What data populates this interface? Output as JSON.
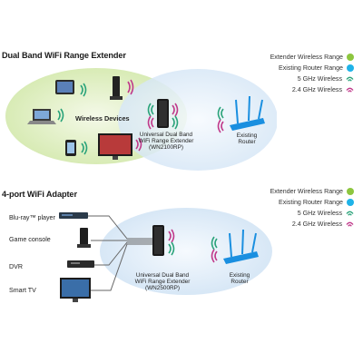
{
  "colors": {
    "green_range": "#e4f1c8",
    "blue_range": "#e6f0fa",
    "wave_5ghz": "#2aa37a",
    "wave_24ghz": "#c0398a",
    "dot_green": "#8dc63f",
    "dot_blue": "#1fb3e8",
    "router_blue": "#1a8fe0",
    "line_gray": "#666666"
  },
  "section1": {
    "title": "Dual Band WiFi Range Extender",
    "legend": [
      {
        "label": "Extender Wireless Range",
        "icon": "green-dot"
      },
      {
        "label": "Existing Router Range",
        "icon": "blue-dot"
      },
      {
        "label": "5 GHz Wireless",
        "icon": "green-wave"
      },
      {
        "label": "2.4 GHz Wireless",
        "icon": "magenta-wave"
      }
    ],
    "wireless_devices": "Wireless Devices",
    "extender_label": [
      "Universal Dual Band",
      "WiFi Range Extender",
      "(WN2100RP)"
    ],
    "router_label": [
      "Existing",
      "Router"
    ]
  },
  "section2": {
    "title": "4-port WiFi Adapter",
    "legend": [
      {
        "label": "Extender Wireless Range",
        "icon": "green-dot"
      },
      {
        "label": "Existing Router Range",
        "icon": "blue-dot"
      },
      {
        "label": "5 GHz Wireless",
        "icon": "green-wave"
      },
      {
        "label": "2.4 GHz Wireless",
        "icon": "magenta-wave"
      }
    ],
    "devices": [
      "Blu-ray™ player",
      "Game console",
      "DVR",
      "Smart TV"
    ],
    "extender_label": [
      "Universal Dual Band",
      "WiFi Range Extender",
      "(WN2500RP)"
    ],
    "router_label": [
      "Existing",
      "Router"
    ]
  }
}
